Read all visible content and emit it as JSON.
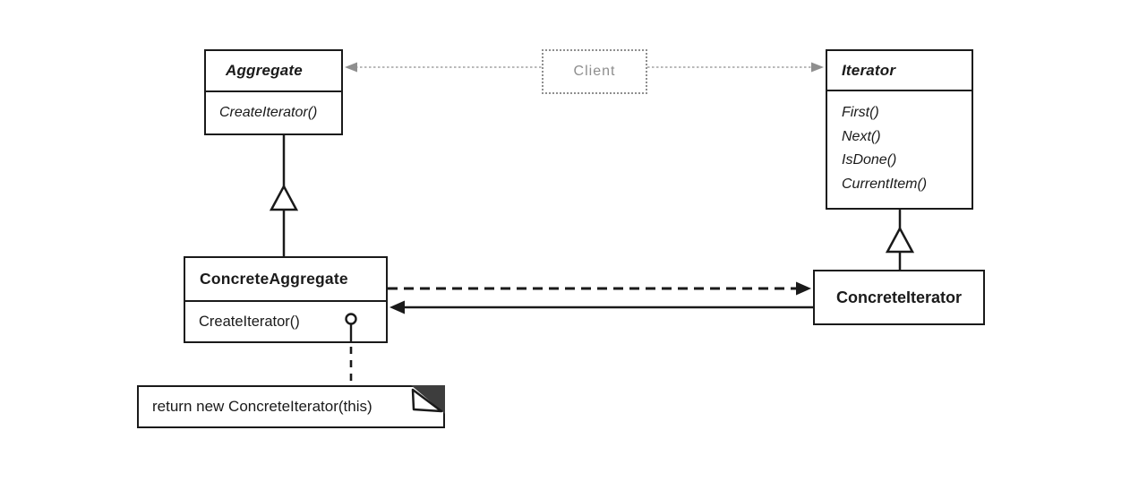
{
  "boxes": {
    "aggregate": {
      "title": "Aggregate",
      "abstract": true,
      "method": "CreateIterator()"
    },
    "iterator": {
      "title": "Iterator",
      "abstract": true,
      "methods": [
        "First()",
        "Next()",
        "IsDone()",
        "CurrentItem()"
      ]
    },
    "concreteAggregate": {
      "title": "ConcreteAggregate",
      "method": "CreateIterator()"
    },
    "concreteIterator": {
      "title": "ConcreteIterator"
    },
    "client": {
      "title": "Client"
    }
  },
  "note": {
    "text": "return new ConcreteIterator(this)"
  },
  "relationships": {
    "aggregate_concreteAggregate": "inheritance (hollow triangle)",
    "iterator_concreteIterator": "inheritance (hollow triangle)",
    "client_aggregate": "dashed gray dependency arrow",
    "client_iterator": "dashed gray dependency arrow",
    "concreteAggregate_concreteIterator": "dashed creates arrow",
    "concreteIterator_concreteAggregate": "solid reference arrow",
    "createIterator_note": "circle + dashed line annotation"
  },
  "colors": {
    "ink": "#1a1a1a",
    "clientGray": "#8e8e8e",
    "connectorGray": "#a2a2a2",
    "noteFoldDark": "#3d3d3d",
    "background": "#ffffff"
  }
}
